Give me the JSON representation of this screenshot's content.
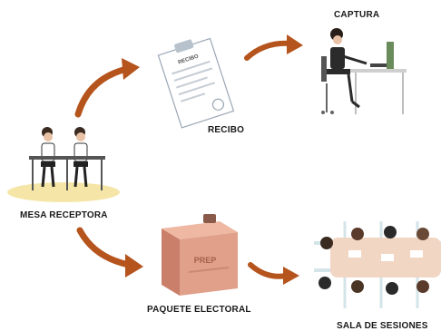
{
  "diagram": {
    "labels": {
      "captura": "CAPTURA",
      "recibo": "RECIBO",
      "mesa_receptora": "MESA RECEPTORA",
      "paquete_electoral": "PAQUETE ELECTORAL",
      "sala_de_sesiones": "SALA DE SESIONES"
    },
    "receipt_heading": "RECIBO",
    "box_stamp": "PREP"
  },
  "colors": {
    "arrow": "#b5541c",
    "box": "#e0a08a",
    "desk": "#dcdcdc",
    "table": "#f2d6c4",
    "floor": "#f5e6a8"
  }
}
